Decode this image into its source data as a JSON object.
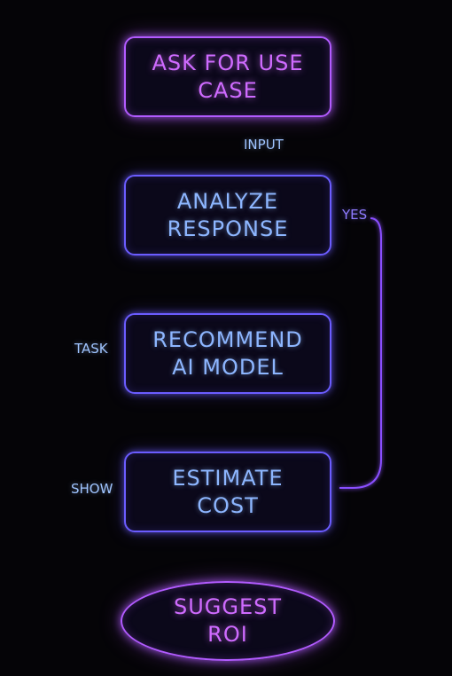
{
  "nodes": {
    "ask_use_case": {
      "line1": "ASK FOR USE",
      "line2": "CASE"
    },
    "analyze_response": {
      "line1": "ANALYZE",
      "line2": "RESPONSE"
    },
    "recommend_model": {
      "line1": "RECOMMEND",
      "line2": "AI MODEL"
    },
    "estimate_cost": {
      "line1": "ESTIMATE",
      "line2": "COST"
    },
    "suggest_roi": {
      "line1": "SUGGEST",
      "line2": "ROI"
    }
  },
  "labels": {
    "input": "INPUT",
    "yes": "YES",
    "task": "TASK",
    "show": "SHOW"
  },
  "colors": {
    "background": "#050407",
    "start_end_accent": "#b25bff",
    "process_border": "#6b5cff",
    "process_text": "#8db6ff",
    "connector": "#8a4fff"
  }
}
